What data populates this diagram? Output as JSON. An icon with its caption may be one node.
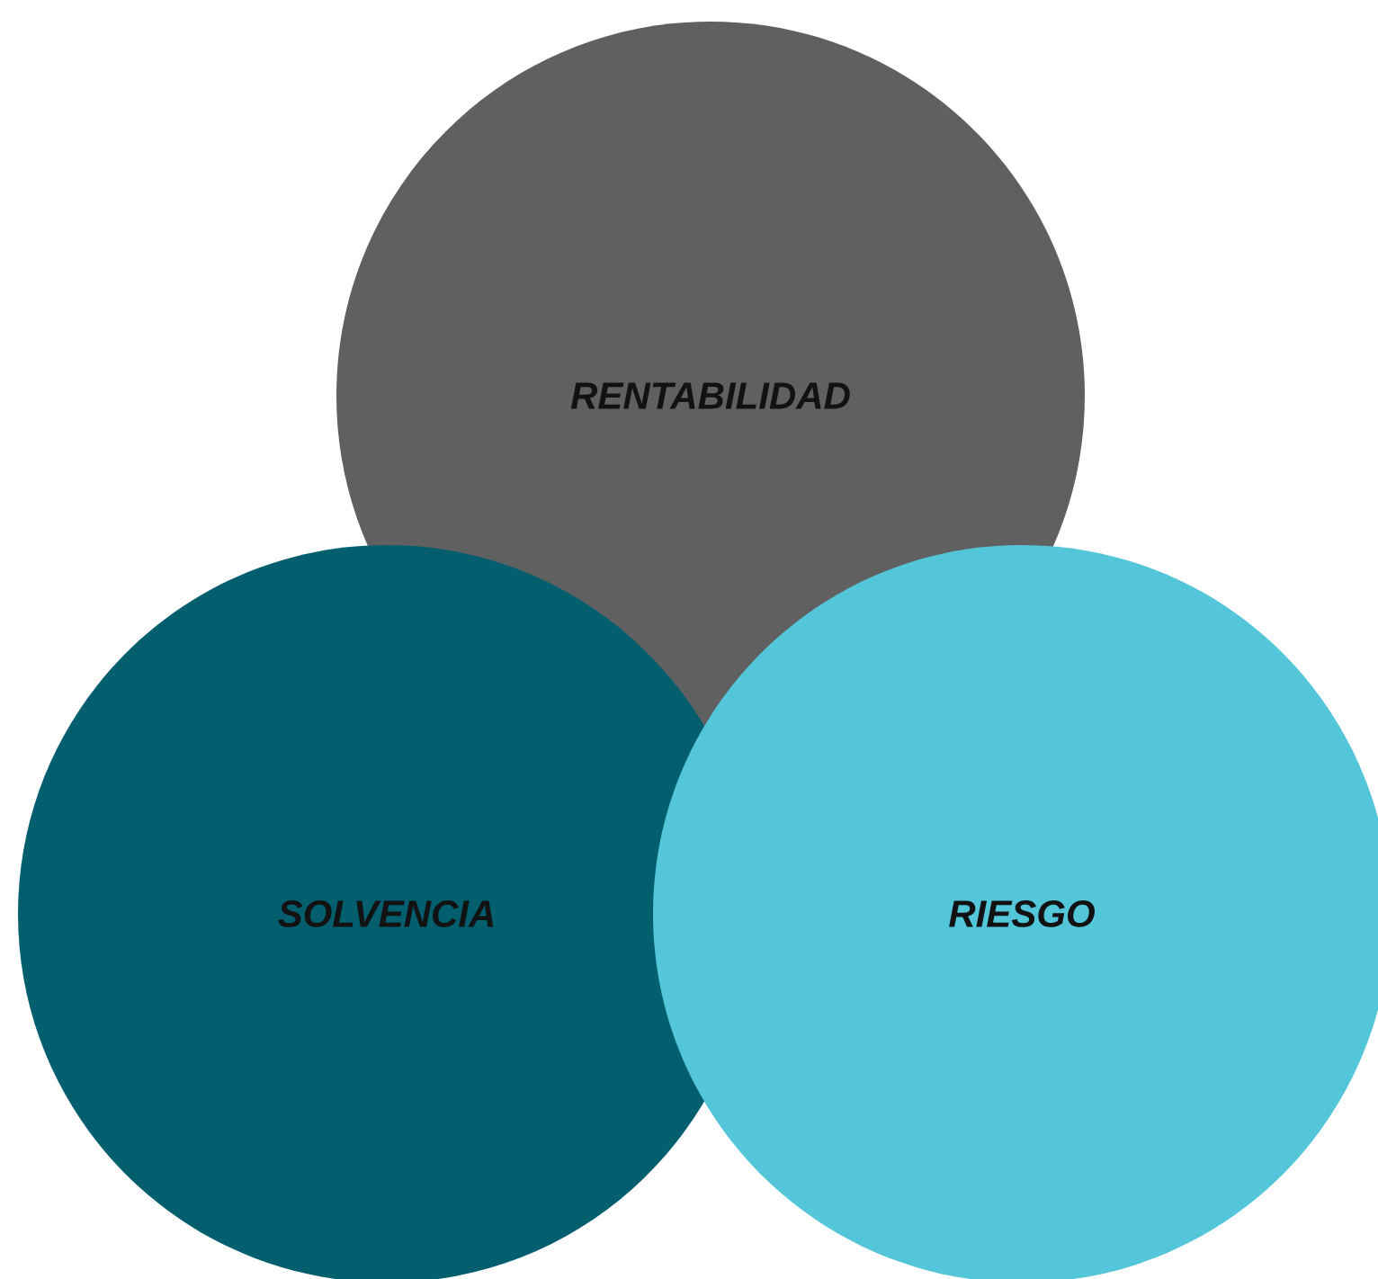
{
  "diagram": {
    "nodes": [
      {
        "text": [
          "RENTABILIDAD"
        ]
      },
      {
        "text": [
          "SOLVENCIA"
        ]
      },
      {
        "text": [
          "RIESGO"
        ]
      }
    ]
  }
}
